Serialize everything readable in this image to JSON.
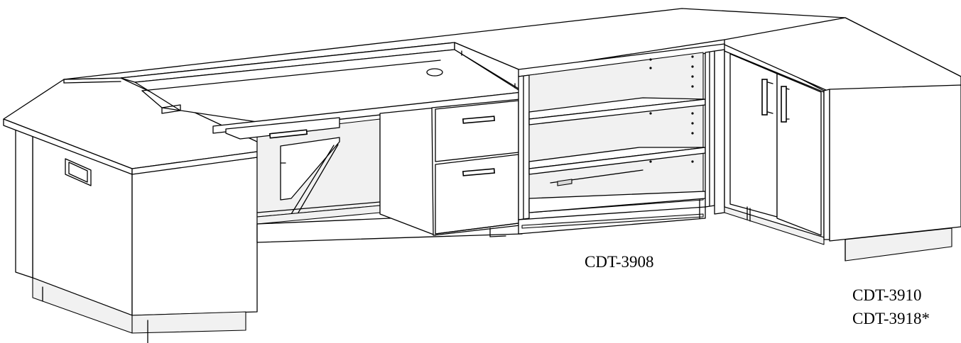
{
  "callouts": {
    "center_unit": "CDT-3908",
    "right_unit_1": "CDT-3910",
    "right_unit_2": "CDT-3918*"
  },
  "colors": {
    "line": "#000000",
    "background": "#ffffff"
  }
}
